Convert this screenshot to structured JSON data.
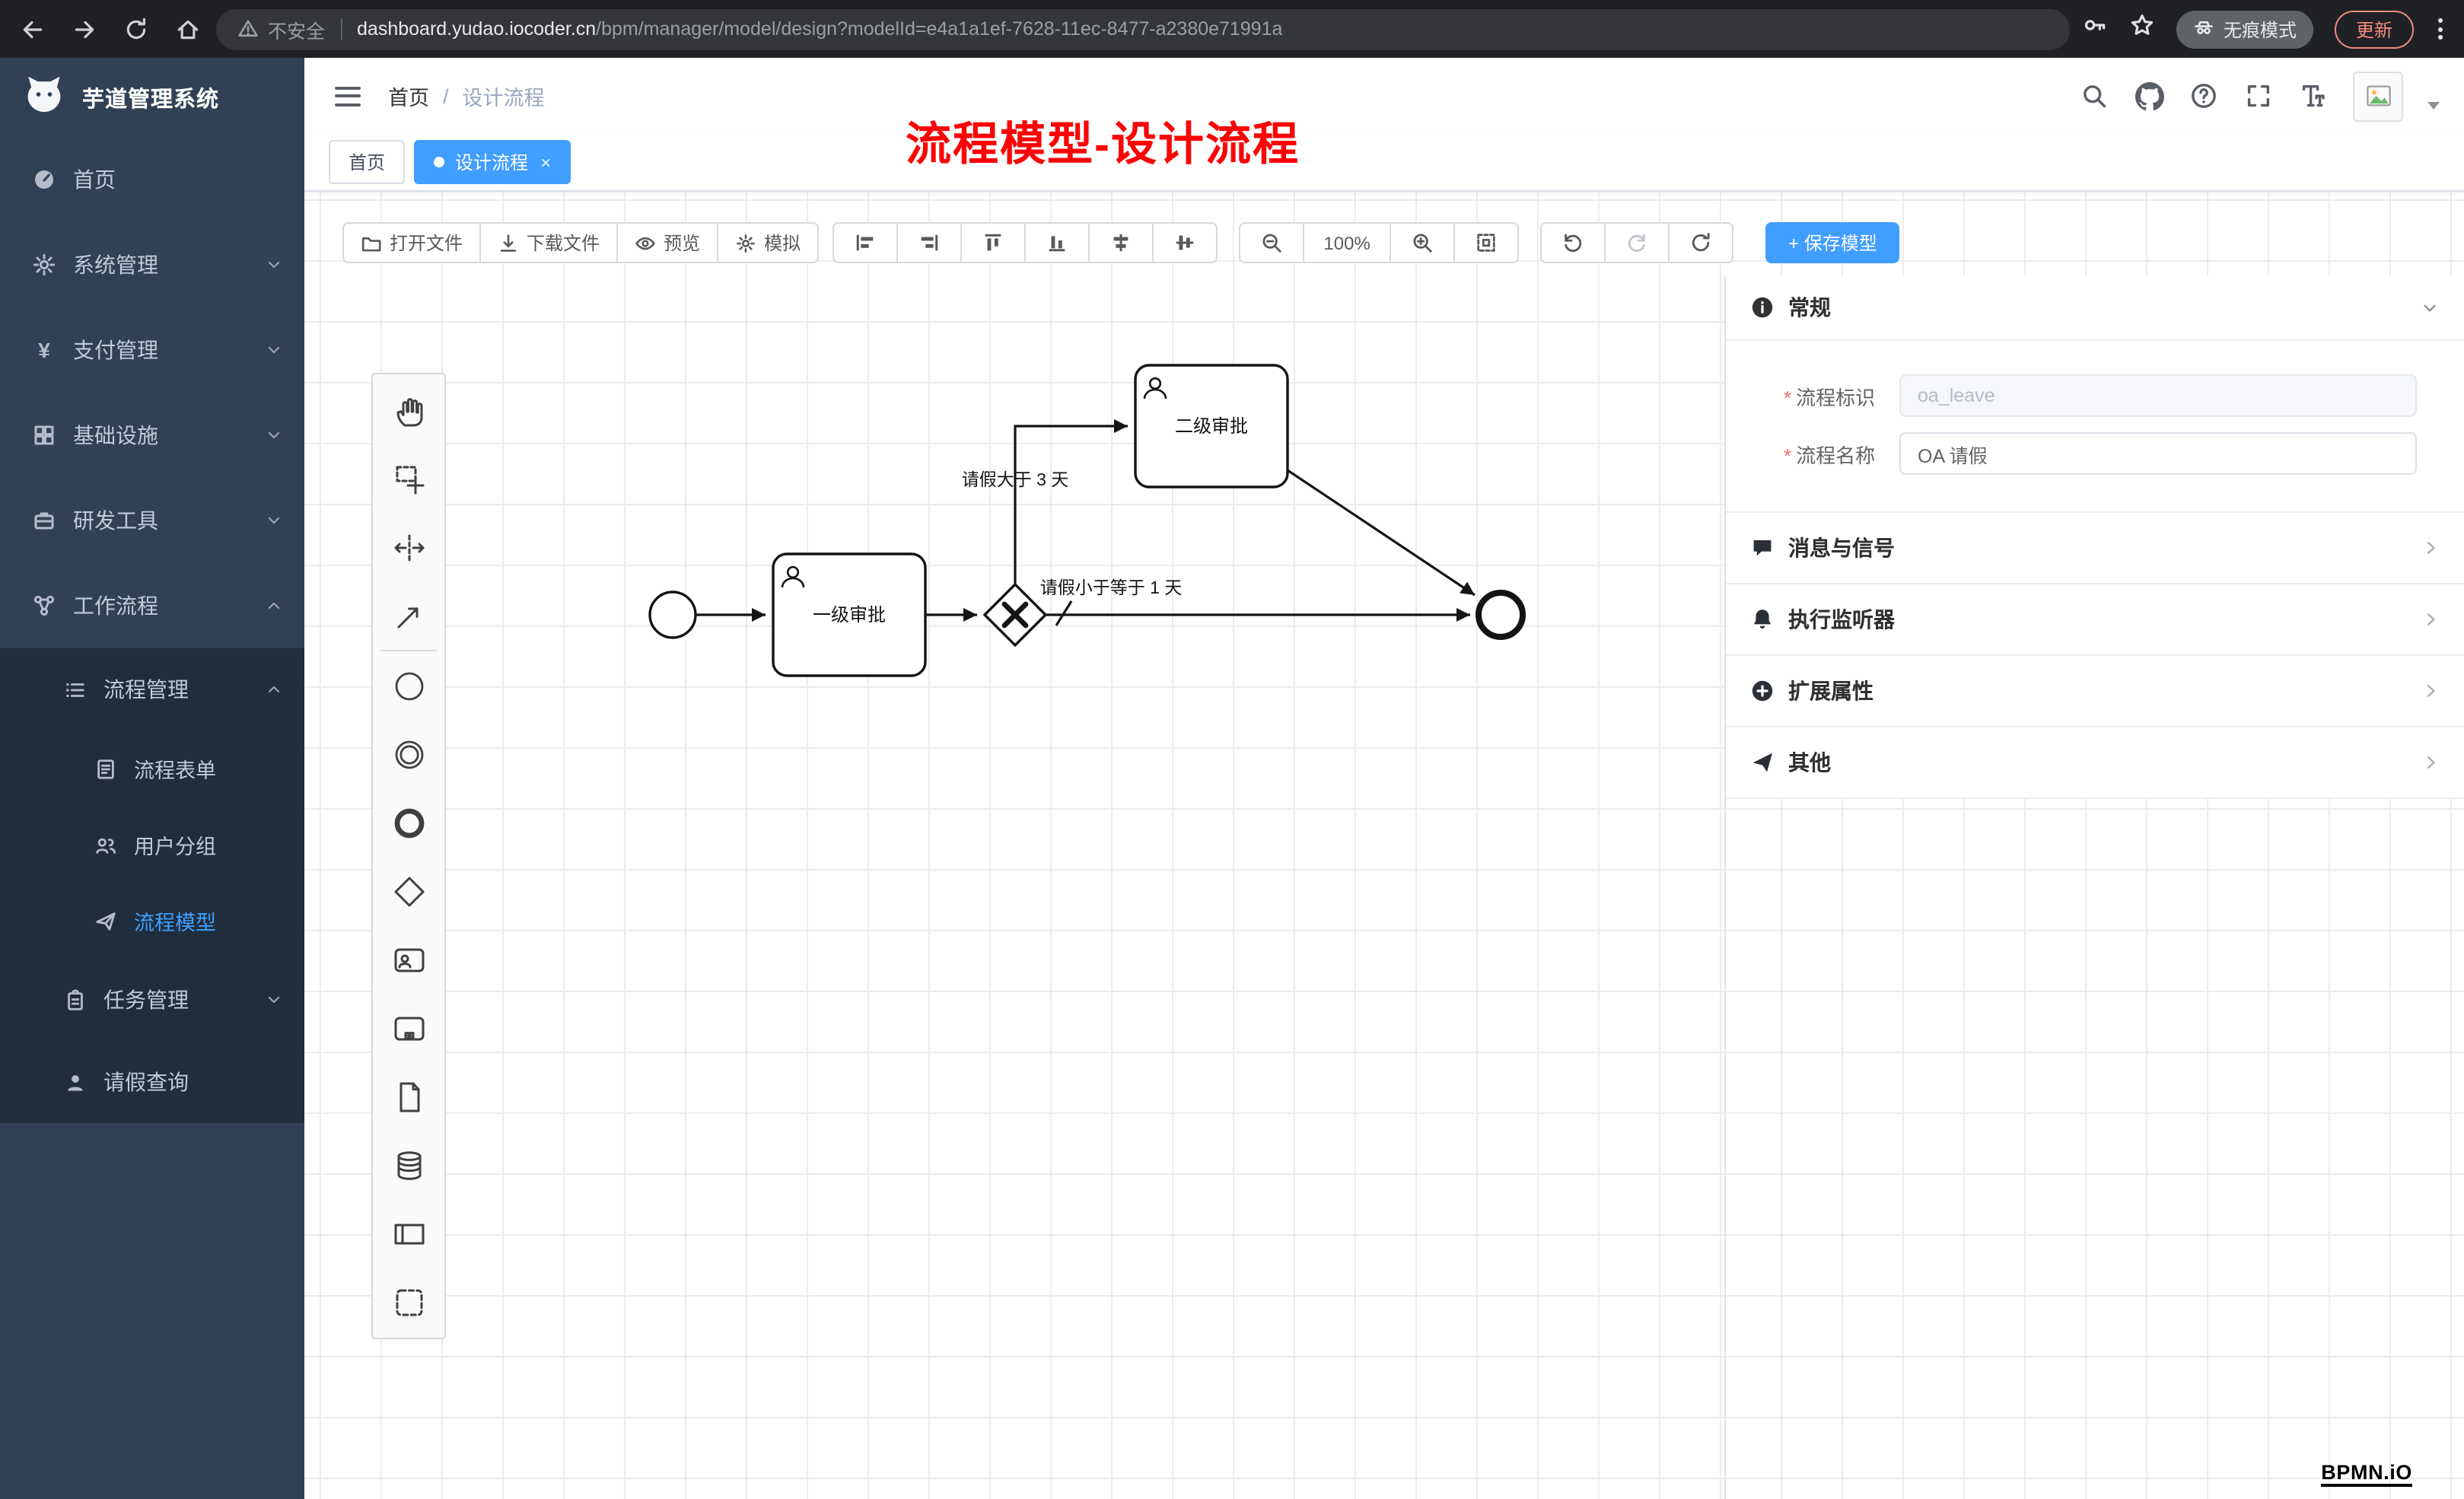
{
  "browser": {
    "security": "不安全",
    "url_host": "dashboard.yudao.iocoder.cn",
    "url_path": "/bpm/manager/model/design?modelId=e4a1a1ef-7628-11ec-8477-a2380e71991a",
    "incognito": "无痕模式",
    "update": "更新"
  },
  "sidebar": {
    "title": "芋道管理系统",
    "items": [
      {
        "label": "首页"
      },
      {
        "label": "系统管理"
      },
      {
        "label": "支付管理"
      },
      {
        "label": "基础设施"
      },
      {
        "label": "研发工具"
      },
      {
        "label": "工作流程"
      },
      {
        "label": "流程管理"
      },
      {
        "label": "流程表单"
      },
      {
        "label": "用户分组"
      },
      {
        "label": "流程模型"
      },
      {
        "label": "任务管理"
      },
      {
        "label": "请假查询"
      }
    ]
  },
  "header": {
    "breadcrumb_home": "首页",
    "breadcrumb_sep": "/",
    "breadcrumb_current": "设计流程",
    "annotation": "流程模型-设计流程"
  },
  "tabs": {
    "home": "首页",
    "active": "设计流程",
    "close_glyph": "×"
  },
  "toolbar": {
    "open": "打开文件",
    "download": "下载文件",
    "preview": "预览",
    "simulate": "模拟",
    "zoom": "100%",
    "save": "+ 保存模型"
  },
  "panel": {
    "general": "常规",
    "required_mark": "*",
    "process_key_label": "流程标识",
    "process_key_value": "oa_leave",
    "process_name_label": "流程名称",
    "process_name_value": "OA 请假",
    "sections": [
      {
        "label": "消息与信号"
      },
      {
        "label": "执行监听器"
      },
      {
        "label": "扩展属性"
      },
      {
        "label": "其他"
      }
    ]
  },
  "diagram": {
    "task1": "一级审批",
    "task2": "二级审批",
    "flow_gt3": "请假大于 3 天",
    "flow_le1": "请假小于等于 1 天",
    "watermark": "BPMN.iO"
  },
  "colors": {
    "accent": "#409eff",
    "sidebar_bg": "#304156",
    "submenu_bg": "#1f2d3d",
    "annotation_red": "#fb0405"
  }
}
